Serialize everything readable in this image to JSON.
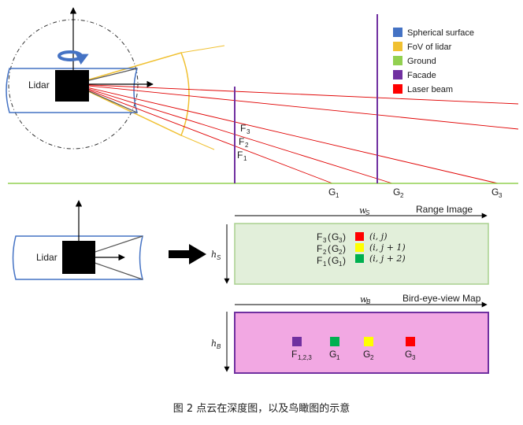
{
  "legend": [
    {
      "label": "Spherical surface",
      "color": "#4472c4"
    },
    {
      "label": "FoV of lidar",
      "color": "#f0c030"
    },
    {
      "label": "Ground",
      "color": "#92d050"
    },
    {
      "label": "Facade",
      "color": "#7030a0"
    },
    {
      "label": "Laser beam",
      "color": "#ff0000"
    }
  ],
  "top_view": {
    "lidar_label": "Lidar",
    "beam_labels": [
      {
        "main": "F",
        "sub": "3"
      },
      {
        "main": "F",
        "sub": "2"
      },
      {
        "main": "F",
        "sub": "1"
      }
    ],
    "ground_labels": [
      {
        "main": "G",
        "sub": "1"
      },
      {
        "main": "G",
        "sub": "2"
      },
      {
        "main": "G",
        "sub": "3"
      }
    ]
  },
  "bottom_view": {
    "lidar_label": "Lidar",
    "range_image": {
      "title": "Range Image",
      "width_label": "w",
      "width_sub": "S",
      "height_label": "h",
      "height_sub": "S",
      "rows": [
        {
          "main": "F",
          "sub": "3",
          "paren_main": "G",
          "paren_sub": "3",
          "color": "#ff0000",
          "index": "(i, j)"
        },
        {
          "main": "F",
          "sub": "2",
          "paren_main": "G",
          "paren_sub": "2",
          "color": "#ffff00",
          "index": "(i, j + 1)"
        },
        {
          "main": "F",
          "sub": "1",
          "paren_main": "G",
          "paren_sub": "1",
          "color": "#00b050",
          "index": "(i, j + 2)"
        }
      ]
    },
    "bev_map": {
      "title": "Bird-eye-view Map",
      "width_label": "w",
      "width_sub": "B",
      "height_label": "h",
      "height_sub": "B",
      "cells": [
        {
          "main": "F",
          "sub": "1,2,3",
          "color": "#7030a0"
        },
        {
          "main": "G",
          "sub": "1",
          "color": "#00b050"
        },
        {
          "main": "G",
          "sub": "2",
          "color": "#ffff00"
        },
        {
          "main": "G",
          "sub": "3",
          "color": "#ff0000"
        }
      ]
    }
  },
  "caption": "图 2 点云在深度图，以及鸟瞰图的示意"
}
